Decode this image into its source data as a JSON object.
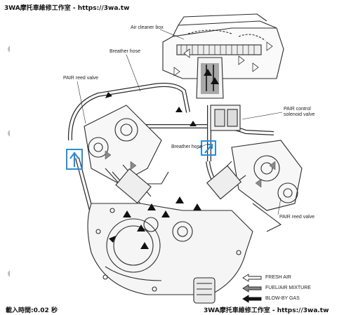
{
  "watermark_top": "3WA摩托車維修工作室 - https://3wa.tw",
  "watermark_bottom_left": "載入時間:0.02 秒",
  "watermark_bottom_right": "3WA摩托車維修工作室 - https://3wa.tw",
  "labels": {
    "air_cleaner_box": "Air cleaner box",
    "breather_hose_top": "Breather hose",
    "pair_reed_valve_left": "PAIR reed valve",
    "pair_control_line1": "PAIR control",
    "pair_control_line2": "solenoid valve",
    "breather_hose_mid": "Breather hose",
    "pair_reed_valve_right": "PAIR reed valve"
  },
  "legend": [
    {
      "label": "FRESH AIR",
      "style": "outline"
    },
    {
      "label": "FUEL/AIR MIXTURE",
      "style": "gray"
    },
    {
      "label": "BLOW-BY GAS",
      "style": "black"
    }
  ],
  "colors": {
    "line": "#2b2b2b",
    "highlight": "#2a8ed8",
    "binder": "#9a9a9a"
  },
  "icons": {
    "highlight_left": "arrow-up-icon",
    "highlight_right": "arrow-up-icon"
  }
}
